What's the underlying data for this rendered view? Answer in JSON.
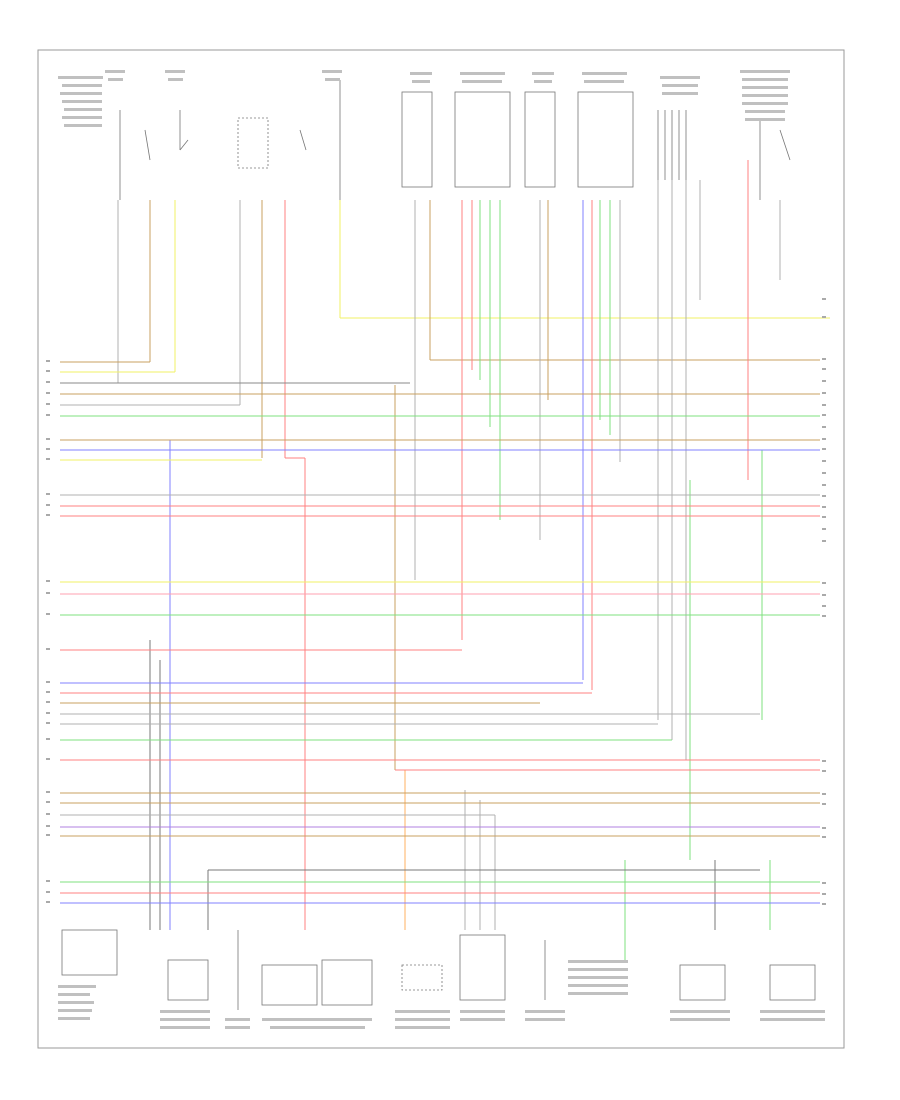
{
  "diagram": {
    "page_id": "",
    "bottom_caption": "",
    "colors": {
      "frame": "#9a9a9a",
      "black": "#8a8a8a",
      "grey": "#b0b0b0",
      "red": "#ff8080",
      "pink": "#ffa0b0",
      "yellow": "#f2f266",
      "green": "#7fe07f",
      "blue": "#8080ff",
      "brown": "#c8a060",
      "orange": "#ffb060",
      "violet": "#b080e0"
    },
    "components": [
      {
        "name": "switch-1",
        "label": ""
      },
      {
        "name": "switch-2",
        "label": ""
      },
      {
        "name": "switch-3",
        "label": ""
      },
      {
        "name": "module-a",
        "label": ""
      },
      {
        "name": "module-b",
        "label": ""
      },
      {
        "name": "module-c",
        "label": ""
      },
      {
        "name": "module-d",
        "label": ""
      },
      {
        "name": "module-e",
        "label": ""
      },
      {
        "name": "module-f",
        "label": ""
      },
      {
        "name": "sensor-bottom-1",
        "label": ""
      },
      {
        "name": "sensor-bottom-2",
        "label": ""
      },
      {
        "name": "fuel-pump",
        "label": ""
      },
      {
        "name": "fuel-sender",
        "label": ""
      },
      {
        "name": "sensor-bottom-3",
        "label": ""
      },
      {
        "name": "sensor-bottom-4",
        "label": ""
      },
      {
        "name": "sensor-bottom-5",
        "label": ""
      },
      {
        "name": "sensor-bottom-6",
        "label": ""
      },
      {
        "name": "sensor-bottom-7",
        "label": ""
      }
    ]
  }
}
